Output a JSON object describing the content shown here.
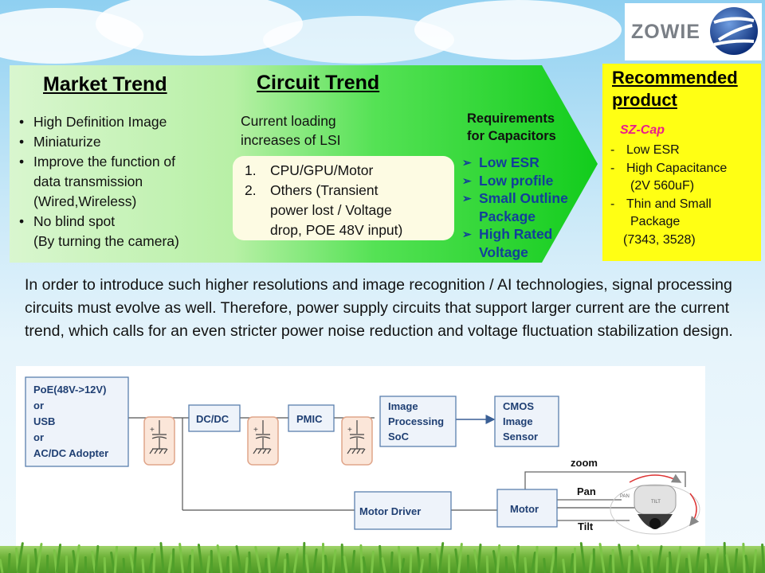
{
  "logo": {
    "text": "ZOWIE"
  },
  "market_trend": {
    "title": "Market Trend",
    "items": [
      {
        "text": "High Definition Image",
        "sub": []
      },
      {
        "text": "Miniaturize",
        "sub": []
      },
      {
        "text": "Improve the function of",
        "sub": [
          "data transmission",
          "(Wired,Wireless)"
        ]
      },
      {
        "text": "No blind spot",
        "sub": [
          "(By turning the camera)"
        ]
      }
    ]
  },
  "circuit_trend": {
    "title": "Circuit Trend",
    "lines": [
      "Current loading",
      "increases of LSI"
    ],
    "list": [
      {
        "num": "1.",
        "lines": [
          "CPU/GPU/Motor"
        ]
      },
      {
        "num": "2.",
        "lines": [
          "Others (Transient",
          "power lost / Voltage",
          "drop, POE 48V input)"
        ]
      }
    ]
  },
  "requirements": {
    "title": [
      "Requirements",
      "for Capacitors"
    ],
    "items": [
      [
        "Low ESR"
      ],
      [
        "Low profile"
      ],
      [
        "Small Outline",
        "Package"
      ],
      [
        "High Rated",
        "Voltage"
      ]
    ],
    "marker": "➢"
  },
  "recommended": {
    "title": [
      "Recommended",
      "product"
    ],
    "product": "SZ-Cap",
    "items": [
      {
        "lines": [
          "Low ESR"
        ]
      },
      {
        "lines": [
          "High Capacitance",
          "(2V 560uF)"
        ]
      },
      {
        "lines": [
          "Thin and Small",
          "Package"
        ]
      }
    ],
    "footer": "(7343, 3528)"
  },
  "paragraph": "In order to introduce such higher resolutions and image recognition / AI technologies, signal processing circuits must evolve as well. Therefore, power supply circuits that support larger current are the current trend, which calls for an even stricter power noise reduction and voltage fluctuation stabilization design.",
  "diagram": {
    "source_box": [
      "PoE(48V->12V)",
      "or",
      "USB",
      "or",
      "AC/DC Adopter"
    ],
    "dcdc": "DC/DC",
    "pmic": "PMIC",
    "isp": [
      "Image",
      "Processing",
      "SoC"
    ],
    "cmos": [
      "CMOS",
      "Image",
      "Sensor"
    ],
    "motor_driver": "Motor Driver",
    "motor": "Motor",
    "zoom": "zoom",
    "pan": "Pan",
    "tilt": "Tilt",
    "camera_pan": "PAN",
    "camera_tilt": "TILT",
    "colors": {
      "box_border": "#5a7fae",
      "box_fill": "#eef3fa",
      "box_text": "#1f3f73",
      "cap_border": "#e0a58a",
      "cap_fill": "#fbe6d9"
    }
  }
}
